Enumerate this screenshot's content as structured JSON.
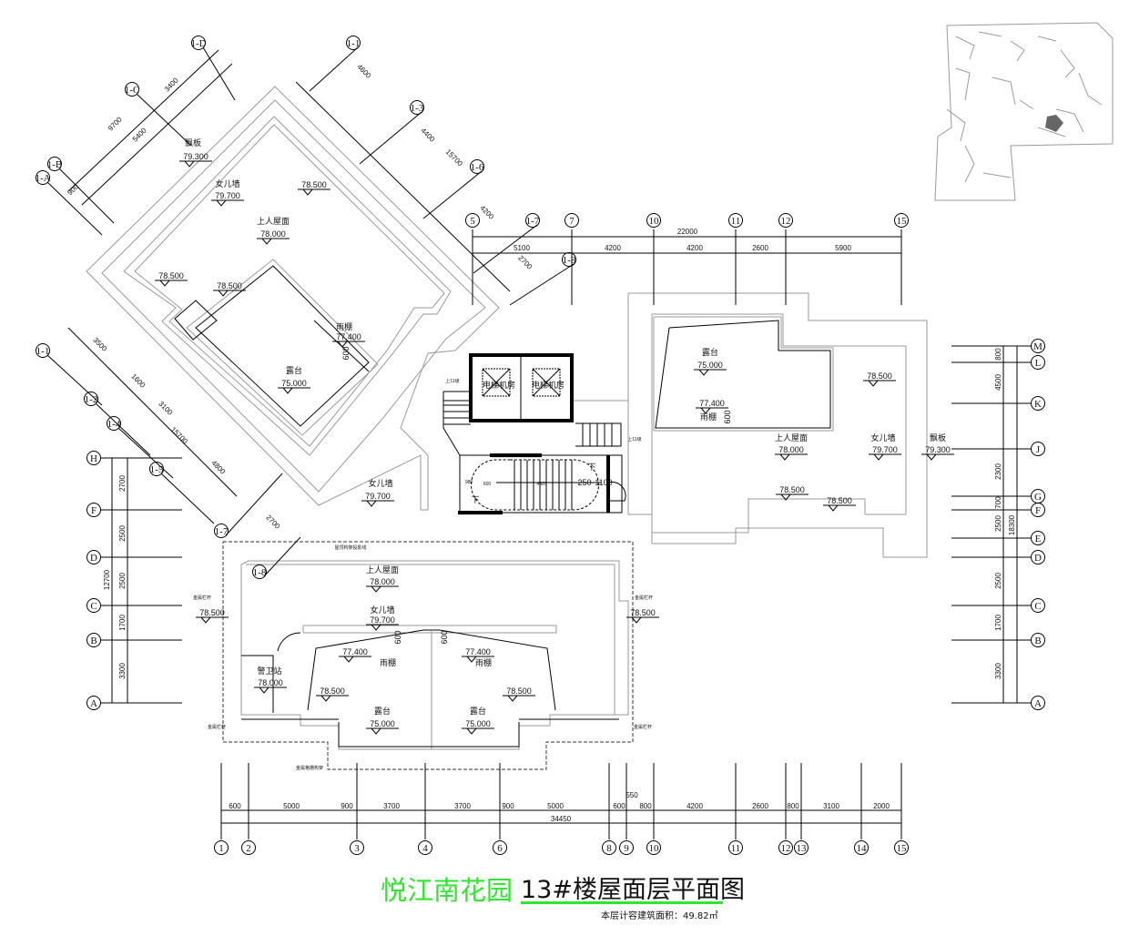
{
  "title": {
    "project": "悦江南花园",
    "drawing": "13#楼屋面层平面图",
    "area_note": "本层计容建筑面积：49.82㎡"
  },
  "colors": {
    "title_green": "#2ee62e",
    "line": "#000000",
    "wall_gray": "#9a9a9a"
  },
  "grid_top": [
    "5",
    "7",
    "10",
    "11",
    "12",
    "15"
  ],
  "dims_top_total": "22000",
  "dims_top": [
    "5100",
    "4200",
    "4200",
    "2600",
    "5900"
  ],
  "grid_bottom": [
    "1",
    "2",
    "3",
    "4",
    "6",
    "8",
    "9",
    "10",
    "11",
    "12",
    "13",
    "14",
    "15"
  ],
  "dims_bottom": [
    "600",
    "5000",
    "900",
    "3700",
    "3700",
    "900",
    "5000",
    "600",
    "550",
    "800",
    "4200",
    "2600",
    "800",
    "3100",
    "2000"
  ],
  "dims_bottom_total": "34450",
  "grid_left": [
    "H",
    "F",
    "D",
    "C",
    "B",
    "A"
  ],
  "dims_left": [
    "2700",
    "2500",
    "2500",
    "1700",
    "3300"
  ],
  "dims_left_total": "12700",
  "grid_right": [
    "M",
    "L",
    "K",
    "J",
    "G",
    "F",
    "E",
    "D",
    "C",
    "B",
    "A"
  ],
  "dims_right": [
    "800",
    "4500",
    "2300",
    "700",
    "2500",
    "2500",
    "1700",
    "3300"
  ],
  "dims_right_total": "18300",
  "grid_diag": [
    "1-D",
    "1-1",
    "1-C",
    "1-3",
    "1-6",
    "1-B",
    "1-A",
    "1-7",
    "1-8",
    "1-1",
    "1-2",
    "1-4",
    "1-5",
    "1-7",
    "1-8"
  ],
  "dims_diag": [
    "3400",
    "9700",
    "5400",
    "900",
    "4600",
    "4400",
    "15700",
    "4200",
    "2700",
    "3500",
    "1600",
    "3100",
    "15700",
    "4800",
    "2700"
  ],
  "annotations": [
    "飘板",
    "79.300",
    "女儿墙",
    "79.700",
    "78.500",
    "上人屋面",
    "78.000",
    "78.500",
    "78.500",
    "雨棚",
    "77.400",
    "600",
    "露台",
    "75.000",
    "露台",
    "75.000",
    "78.500",
    "77.400",
    "雨棚",
    "600",
    "上人屋面",
    "78.000",
    "女儿墙",
    "79.700",
    "飘板",
    "79.300",
    "78.500",
    "78.500",
    "女儿墙",
    "79.700",
    "上人屋面",
    "78.000",
    "女儿墙",
    "79.700",
    "77.400",
    "雨棚",
    "77.400",
    "雨棚",
    "警卫站",
    "78.000",
    "78.500",
    "78.500",
    "露台",
    "75.000",
    "露台",
    "75.000",
    "78.500",
    "78.500",
    "600",
    "600",
    "屋顶构架投影线",
    "金属栏杆",
    "金属栏杆",
    "金属栏杆",
    "金属栏杆",
    "金属格栅构架",
    "电梯机房",
    "电梯机房",
    "上11级",
    "上11级",
    "980",
    "600",
    "4420",
    "250",
    "1100",
    "下",
    "下"
  ]
}
